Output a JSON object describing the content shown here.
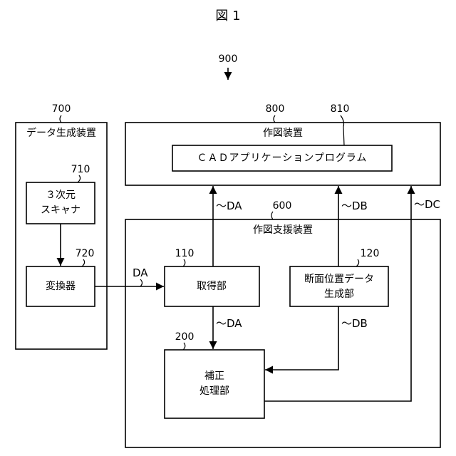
{
  "figure_title": "図 1",
  "system_ref": "900",
  "units": {
    "data_gen": {
      "ref": "700",
      "label": "データ生成装置"
    },
    "scanner": {
      "ref": "710",
      "line1": "３次元",
      "line2": "スキャナ"
    },
    "converter": {
      "ref": "720",
      "label": "変換器"
    },
    "drawing_device": {
      "ref": "800",
      "label": "作図装置"
    },
    "cad_app": {
      "ref": "810",
      "label": "ＣＡＤアプリケーションプログラム"
    },
    "support_device": {
      "ref": "600",
      "label": "作図支援装置"
    },
    "acquisition": {
      "ref": "110",
      "label": "取得部"
    },
    "section_gen": {
      "ref": "120",
      "line1": "断面位置データ",
      "line2": "生成部"
    },
    "correction": {
      "ref": "200",
      "line1": "補正",
      "line2": "処理部"
    }
  },
  "signals": {
    "da_input": "DA",
    "da_up": "～DA",
    "db_up": "～DB",
    "dc_up": "～DC",
    "da_down": "～DA",
    "db_down": "～DB"
  },
  "colors": {
    "line": "#000000",
    "background": "#ffffff"
  }
}
